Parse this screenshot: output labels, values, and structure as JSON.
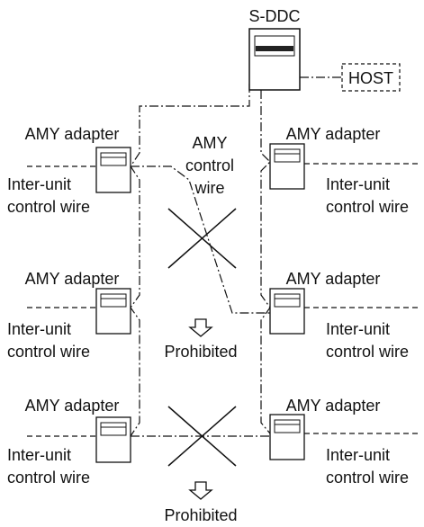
{
  "sddc": {
    "label": "S-DDC"
  },
  "host": {
    "label": "HOST"
  },
  "control_wire": {
    "line1": "AMY",
    "line2": "control",
    "line3": "wire"
  },
  "adapters": [
    {
      "name": "AMY adapter",
      "wire_line1": "Inter-unit",
      "wire_line2": "control wire"
    },
    {
      "name": "AMY adapter",
      "wire_line1": "Inter-unit",
      "wire_line2": "control wire"
    },
    {
      "name": "AMY adapter",
      "wire_line1": "Inter-unit",
      "wire_line2": "control wire"
    },
    {
      "name": "AMY adapter",
      "wire_line1": "Inter-unit",
      "wire_line2": "control wire"
    },
    {
      "name": "AMY adapter",
      "wire_line1": "Inter-unit",
      "wire_line2": "control wire"
    },
    {
      "name": "AMY adapter",
      "wire_line1": "Inter-unit",
      "wire_line2": "control wire"
    }
  ],
  "prohibited": [
    {
      "label": "Prohibited"
    },
    {
      "label": "Prohibited"
    }
  ],
  "colors": {
    "line": "#111111",
    "screen_dark": "#222222"
  }
}
